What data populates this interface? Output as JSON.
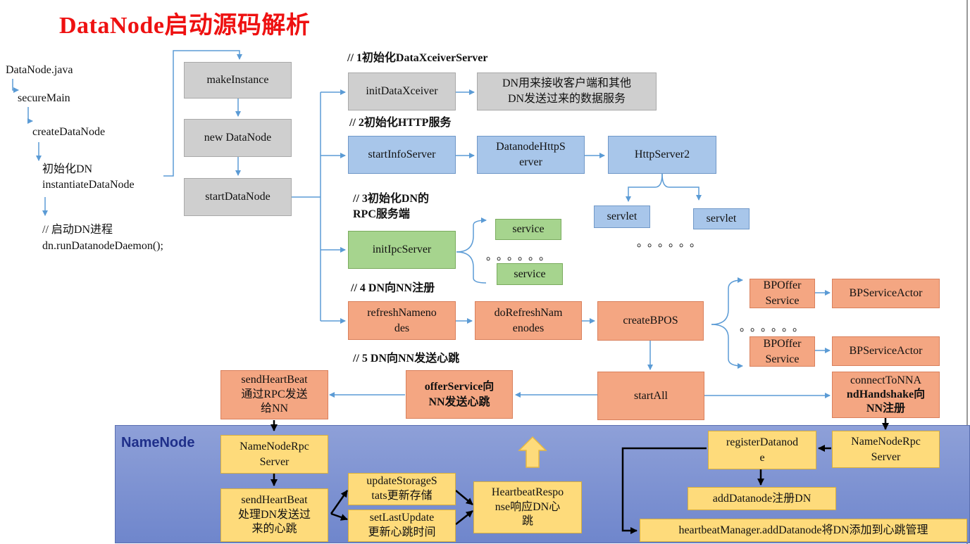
{
  "title": "DataNode启动源码解析",
  "left_chain": {
    "file": "DataNode.java",
    "secure_main": "secureMain",
    "create": "createDataNode",
    "init_line1": "初始化DN",
    "init_line2": "instantiateDataNode",
    "start_line1": "// 启动DN进程",
    "start_line2": "dn.runDatanodeDaemon();"
  },
  "steps": {
    "make_instance": "makeInstance",
    "new_datanode": "new DataNode",
    "start_datanode": "startDataNode"
  },
  "headings": {
    "h1": "// 1初始化DataXceiverServer",
    "h2": "// 2初始化HTTP服务",
    "h3_line1": "// 3初始化DN的",
    "h3_line2": "RPC服务端",
    "h4": "// 4 DN向NN注册",
    "h5": "// 5 DN向NN发送心跳"
  },
  "xceiver": {
    "init": "initDataXceiver",
    "desc_line1": "DN用来接收客户端和其他",
    "desc_line2": "DN发送过来的数据服务"
  },
  "http": {
    "start_info": "startInfoServer",
    "datanode_http_line1": "DatanodeHttpS",
    "datanode_http_line2": "erver",
    "http_server2": "HttpServer2",
    "servlet_left": "servlet",
    "servlet_right": "servlet",
    "dots": "。。。。。。"
  },
  "ipc": {
    "init": "initIpcServer",
    "service_top": "service",
    "service_bottom": "service",
    "dots": "。。。。。。"
  },
  "register": {
    "refresh_line1": "refreshNameno",
    "refresh_line2": "des",
    "do_refresh_line1": "doRefreshNam",
    "do_refresh_line2": "enodes",
    "create_bpos": "createBPOS",
    "bpoffer_top_line1": "BPOffer",
    "bpoffer_top_line2": "Service",
    "bpactor_top": "BPServiceActor",
    "dots": "。。。。。。",
    "bpoffer_bottom_line1": "BPOffer",
    "bpoffer_bottom_line2": "Service",
    "bpactor_bottom": "BPServiceActor",
    "start_all": "startAll",
    "connect_line1": "connectToNNA",
    "connect_line2": "ndHandshake向",
    "connect_line3": "NN注册"
  },
  "heartbeat": {
    "offer_line1": "offerService向",
    "offer_line2": "NN发送心跳",
    "send_line1": "sendHeartBeat",
    "send_line2": "通过RPC发送",
    "send_line3": "给NN"
  },
  "namenode": {
    "label": "NameNode",
    "rpc_left_line1": "NameNodeRpc",
    "rpc_left_line2": "Server",
    "send_hb_line1": "sendHeartBeat",
    "send_hb_line2": "处理DN发送过",
    "send_hb_line3": "来的心跳",
    "update_line1": "updateStorageS",
    "update_line2": "tats更新存储",
    "setlast_line1": "setLastUpdate",
    "setlast_line2": "更新心跳时间",
    "response_line1": "HeartbeatRespo",
    "response_line2": "nse响应DN心",
    "response_line3": "跳",
    "register_line1": "registerDatanod",
    "register_line2": "e",
    "rpc_right_line1": "NameNodeRpc",
    "rpc_right_line2": "Server",
    "add_datanode": "addDatanode注册DN",
    "heartbeat_manager": "heartbeatManager.addDatanode将DN添加到心跳管理"
  },
  "colors": {
    "title": "#ee1111",
    "arrow": "#5b9bd5",
    "gray": "#cfcfcf",
    "blue": "#a8c6ea",
    "green": "#a6d48e",
    "orange": "#f4a682",
    "yellow": "#fedb7b",
    "namenode_panel": "#7f93d2",
    "namenode_label": "#1f2f8a"
  }
}
